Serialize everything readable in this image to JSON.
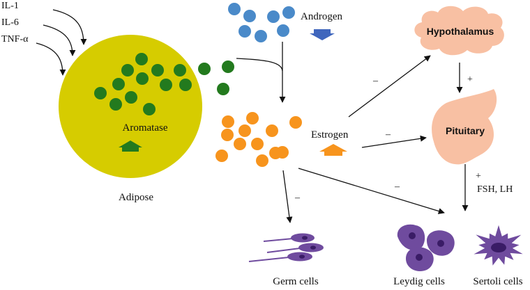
{
  "cytokines": [
    "IL-1",
    "IL-6",
    "TNF-α"
  ],
  "adipose": {
    "label": "Adipose",
    "aromatase_label": "Aromatase"
  },
  "androgen": {
    "label": "Androgen"
  },
  "estrogen": {
    "label": "Estrogen"
  },
  "hypothalamus": {
    "label": "Hypothalamus"
  },
  "pituitary": {
    "label": "Pituitary"
  },
  "hormones": {
    "plus": "+",
    "label": "FSH, LH"
  },
  "signs": {
    "hypothalamus_to_pituitary": "+",
    "inhibit": "–"
  },
  "cells": {
    "germ": "Germ cells",
    "leydig": "Leydig cells",
    "sertoli": "Sertoli cells"
  },
  "colors": {
    "adipose_fill": "#d6cc00",
    "aromatase_dot": "#237a1e",
    "aromatase_arrow": "#237a1e",
    "androgen_dot": "#4a8ac9",
    "androgen_label": "#3a78c0",
    "androgen_arrow": "#3f66bd",
    "estrogen_dot": "#f7941d",
    "estrogen_label": "#8a4b0c",
    "estrogen_arrow": "#f7941d",
    "organ_fill": "#f8c0a3",
    "cell_fill": "#6f4b9e",
    "cell_nucleus": "#3a1c66"
  }
}
